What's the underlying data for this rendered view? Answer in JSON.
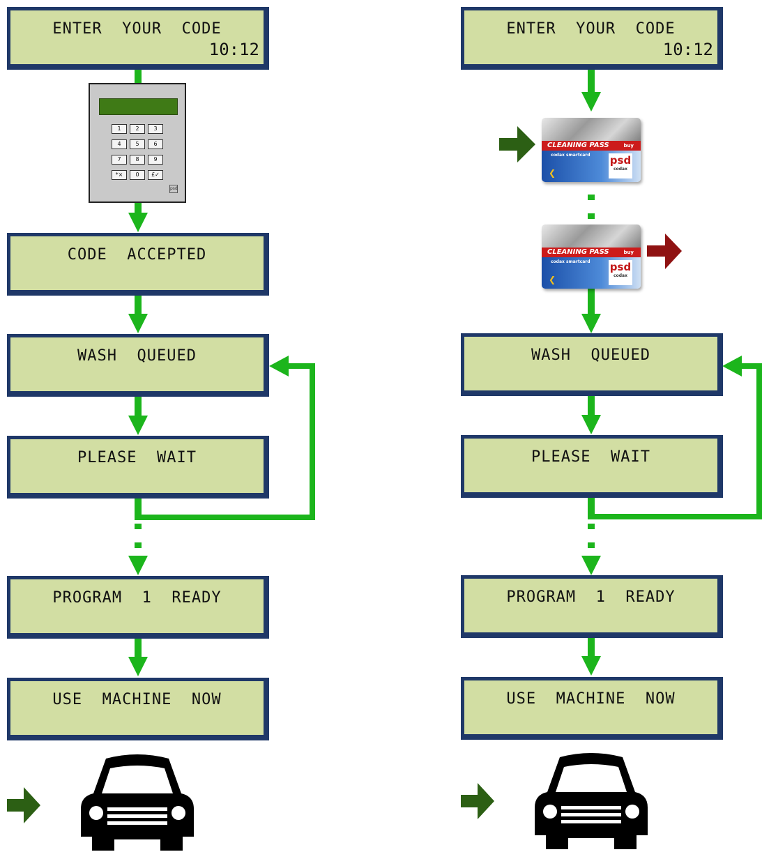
{
  "colors": {
    "arrow_green": "#1cb51c",
    "dark_arrow_green": "#2c5f14",
    "dark_arrow_red": "#8f1212",
    "lcd_background": "#d2dea3",
    "lcd_border": "#1f3868"
  },
  "left_flow": {
    "enter_code": {
      "line1": "ENTER  YOUR  CODE",
      "time": "10:12"
    },
    "code_accepted": "CODE  ACCEPTED",
    "wash_queued": "WASH  QUEUED",
    "please_wait": "PLEASE  WAIT",
    "program_ready": "PROGRAM  1  READY",
    "use_machine": "USE  MACHINE  NOW"
  },
  "right_flow": {
    "enter_code": {
      "line1": "ENTER  YOUR  CODE",
      "time": "10:12"
    },
    "wash_queued": "WASH  QUEUED",
    "please_wait": "PLEASE  WAIT",
    "program_ready": "PROGRAM  1  READY",
    "use_machine": "USE  MACHINE  NOW"
  },
  "keypad": {
    "keys": [
      "1",
      "2",
      "3",
      "4",
      "5",
      "6",
      "7",
      "8",
      "9",
      "*×",
      "0",
      "£✓"
    ],
    "brand": "psd"
  },
  "card": {
    "title": "CLEANING PASS",
    "subtitle": "codax smartcard",
    "buy": "buy",
    "logo": "psd",
    "logo_sub": "codax"
  },
  "icons": [
    "car-icon",
    "keypad-icon",
    "smartcard-icon",
    "arrow-right-icon"
  ]
}
